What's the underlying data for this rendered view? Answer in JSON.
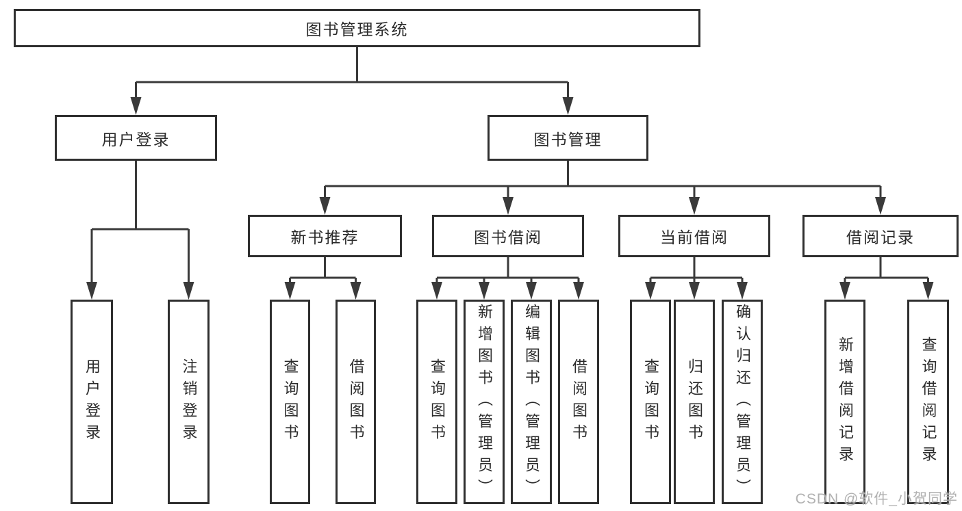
{
  "tree": {
    "root": "图书管理系统",
    "branches": [
      {
        "label": "用户登录",
        "children": [
          {
            "label": "用户登录"
          },
          {
            "label": "注销登录"
          }
        ]
      },
      {
        "label": "图书管理",
        "children": [
          {
            "label": "新书推荐",
            "children": [
              {
                "label": "查询图书"
              },
              {
                "label": "借阅图书"
              }
            ]
          },
          {
            "label": "图书借阅",
            "children": [
              {
                "label": "查询图书"
              },
              {
                "label": "新增图书（管理员）"
              },
              {
                "label": "编辑图书（管理员）"
              },
              {
                "label": "借阅图书"
              }
            ]
          },
          {
            "label": "当前借阅",
            "children": [
              {
                "label": "查询图书"
              },
              {
                "label": "归还图书"
              },
              {
                "label": "确认归还（管理员）"
              }
            ]
          },
          {
            "label": "借阅记录",
            "children": [
              {
                "label": "新增借阅记录"
              },
              {
                "label": "查询借阅记录"
              }
            ]
          }
        ]
      }
    ]
  },
  "watermark": {
    "text": "CSDN @软件_小贺同学"
  },
  "colors": {
    "line": "#3a3a3a",
    "box_border": "#2f2f2f",
    "text": "#2b2b2b",
    "watermark": "#a8a8a8",
    "background": "#ffffff"
  }
}
